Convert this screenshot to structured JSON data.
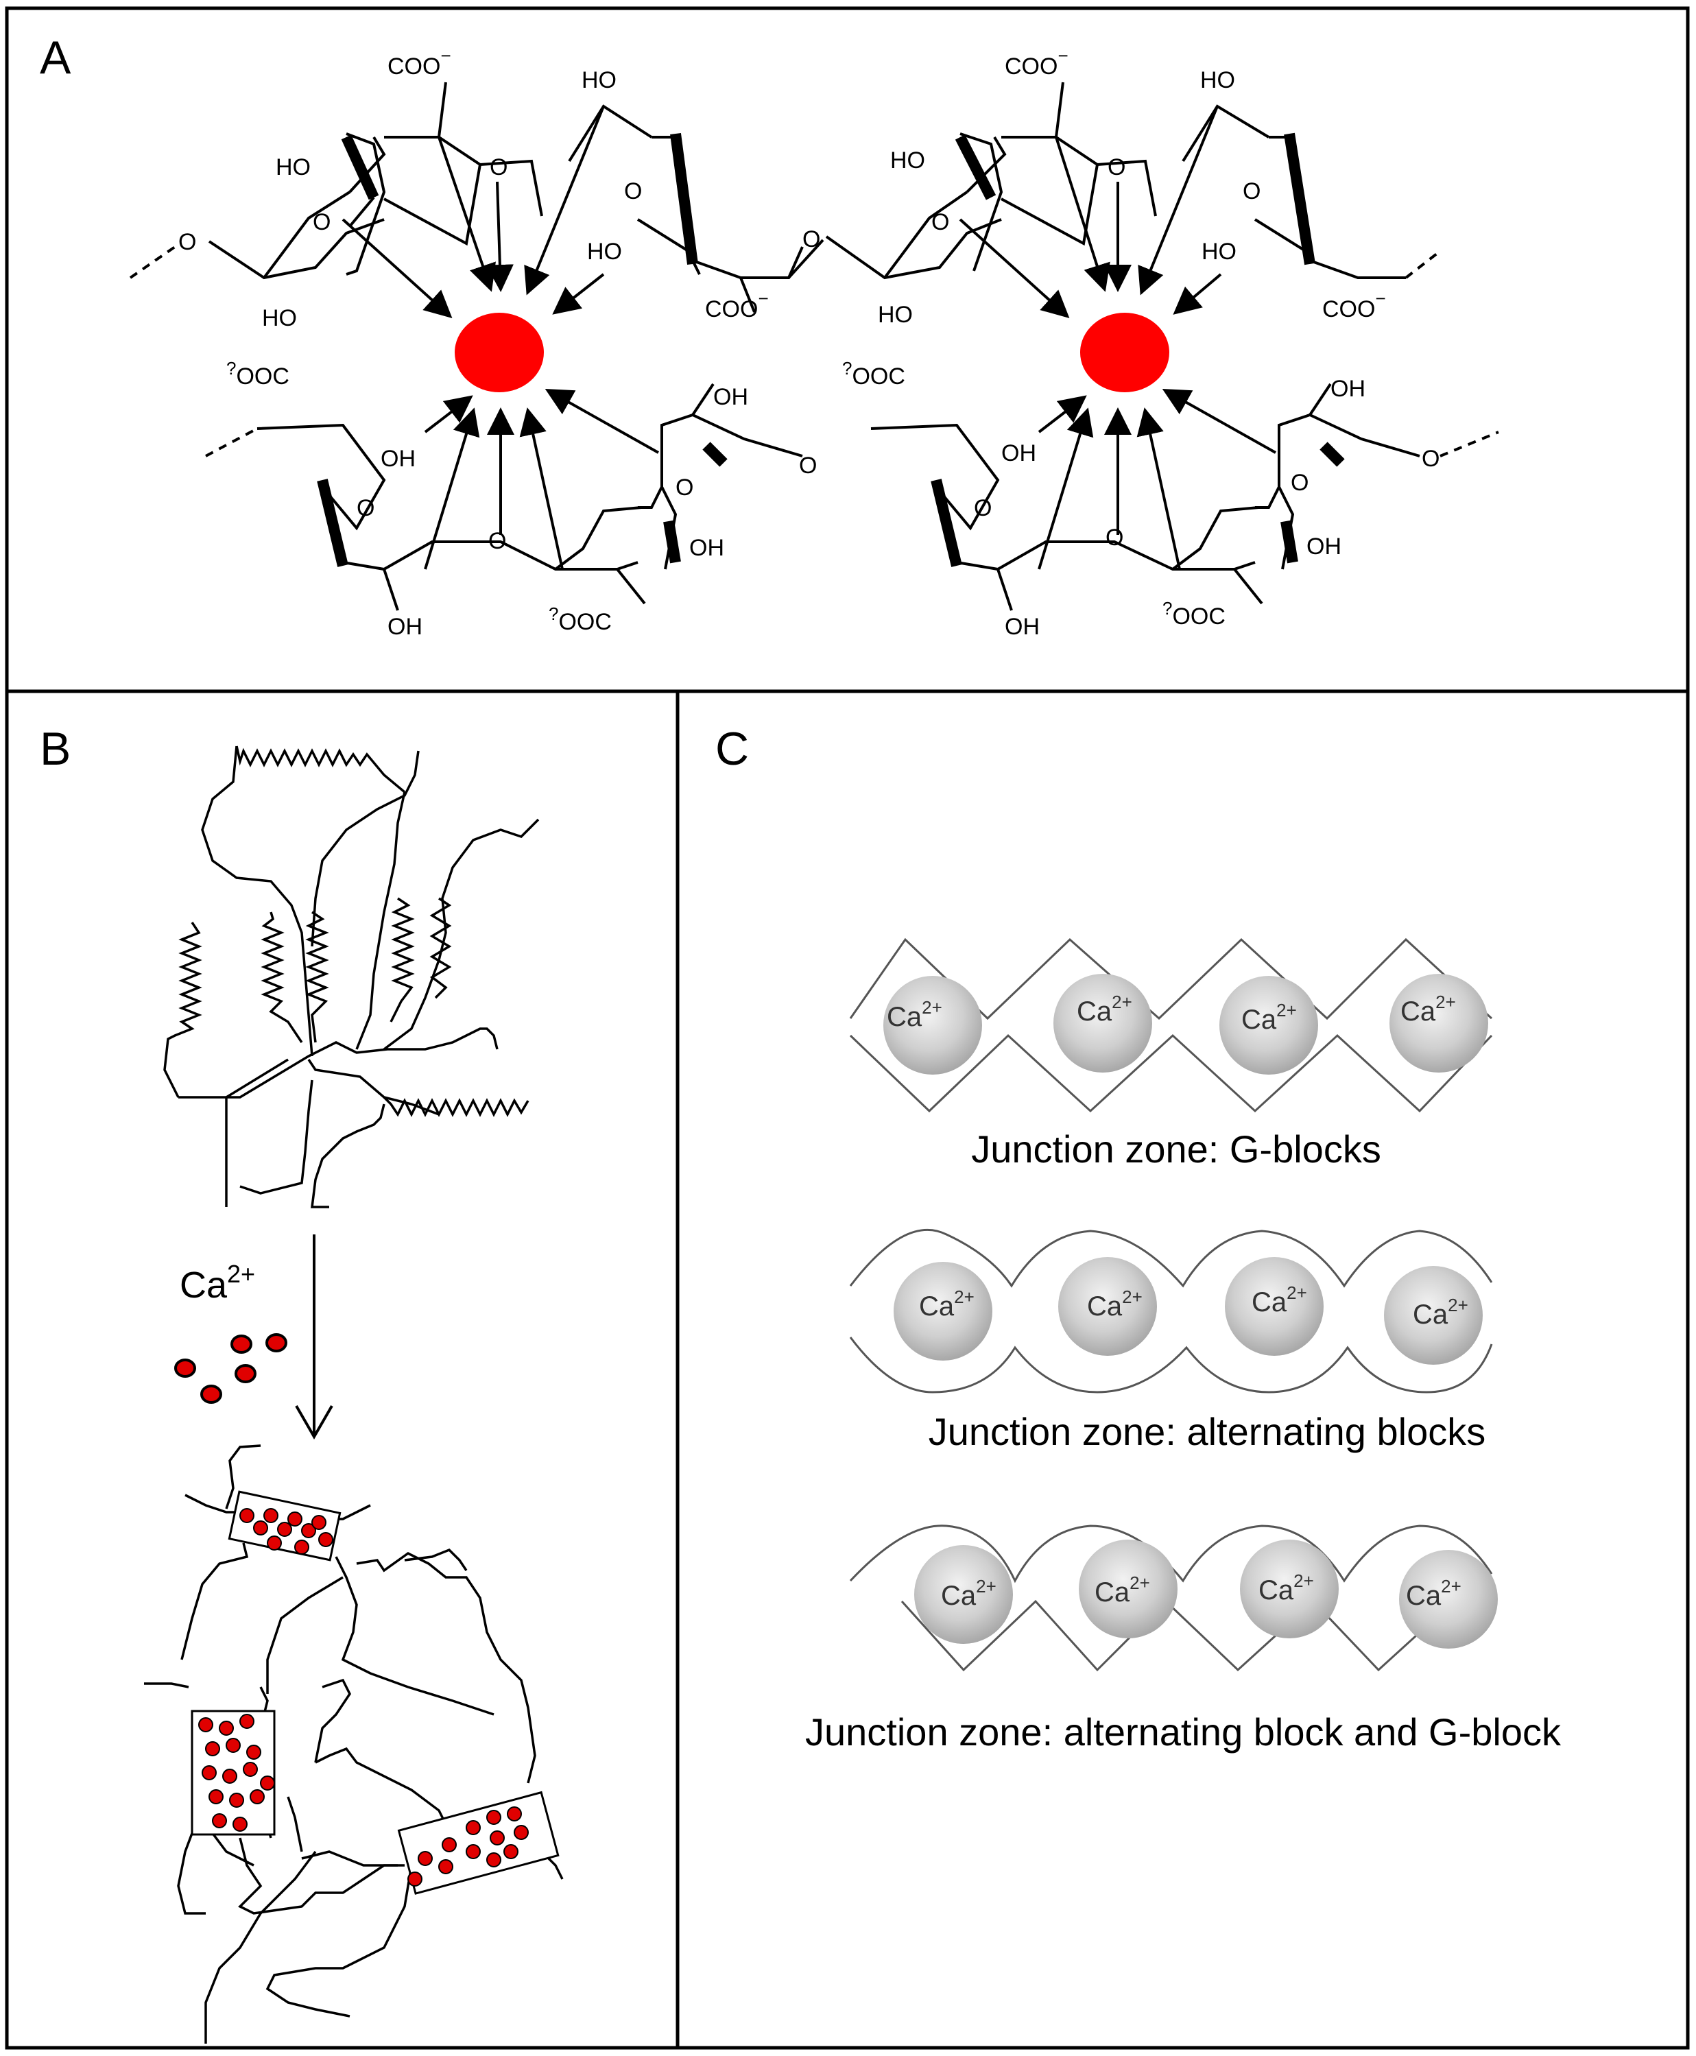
{
  "panels": {
    "a": {
      "letter": "A",
      "groups": {
        "carboxylate": "COO",
        "carboxylate_rev": "OOC",
        "unknown_mark": "?",
        "hydroxyl": "OH",
        "hydroxyl_rev": "HO",
        "ring_oxygen": "O",
        "minus": "−"
      }
    },
    "b": {
      "letter": "B",
      "ion_label": "Ca",
      "ion_charge": "2+"
    },
    "c": {
      "letter": "C",
      "ion_label": "Ca",
      "ion_charge": "2+",
      "rows": [
        {
          "caption": "Junction zone: G-blocks"
        },
        {
          "caption": "Junction zone: alternating blocks"
        },
        {
          "caption": "Junction zone: alternating block and G-block"
        }
      ]
    }
  },
  "colors": {
    "calcium_ion": "#ff0000",
    "ion_sphere": "#c8c8c8",
    "chain": "#000000",
    "wave_line": "#555555"
  }
}
